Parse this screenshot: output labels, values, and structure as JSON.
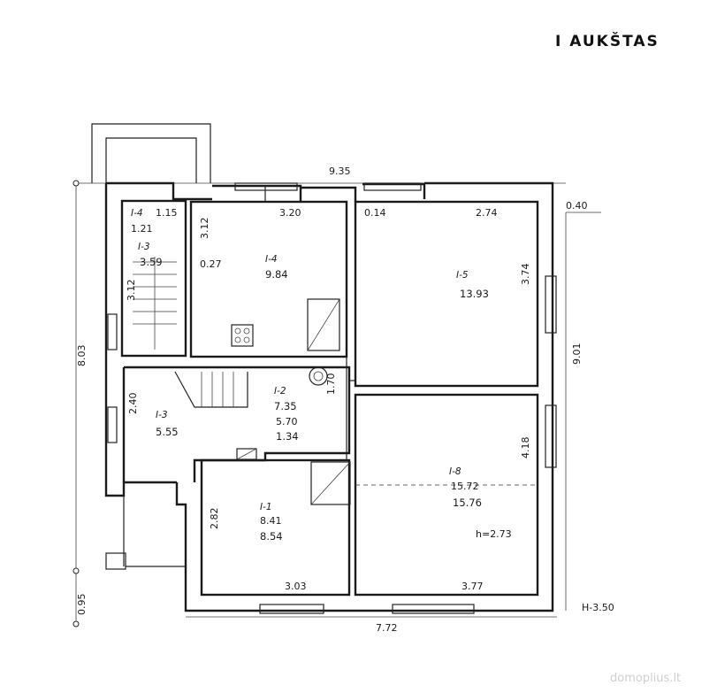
{
  "title": "I AUKŠTAS",
  "watermark": "domoplius.lt",
  "height_note": "H-3.50",
  "dimensions": {
    "top_total": "9.35",
    "bottom_total": "7.72",
    "left_total": "8.03",
    "left_bottom": "0.95",
    "right_total": "9.01",
    "right_top_ext": "0.40"
  },
  "rooms": {
    "r4": {
      "code": "I-4",
      "sub": "1.21",
      "dim": "1.15"
    },
    "r3": {
      "code": "I-3",
      "area": "3.59",
      "dim": "3.12"
    },
    "stair_dim": "3.12",
    "r4k": {
      "code": "I-4",
      "width": "3.20",
      "side": "3.12",
      "offset": "0.27",
      "area": "9.84"
    },
    "r5": {
      "code": "I-5",
      "offset_l": "0.14",
      "width": "2.74",
      "side": "3.74",
      "area": "13.93"
    },
    "r3h": {
      "code": "I-3",
      "area": "5.55",
      "side": "2.40"
    },
    "r2": {
      "code": "I-2",
      "area_old": "7.35",
      "area_mid": "5.70",
      "area": "1.34",
      "side": "1.70"
    },
    "r1": {
      "code": "I-1",
      "area_old": "8.41",
      "area": "8.54",
      "side": "2.82",
      "width": "3.03"
    },
    "r8": {
      "code": "I-8",
      "area_old": "15.72",
      "area": "15.76",
      "side": "4.18",
      "width": "3.77",
      "height": "h=2.73"
    }
  }
}
